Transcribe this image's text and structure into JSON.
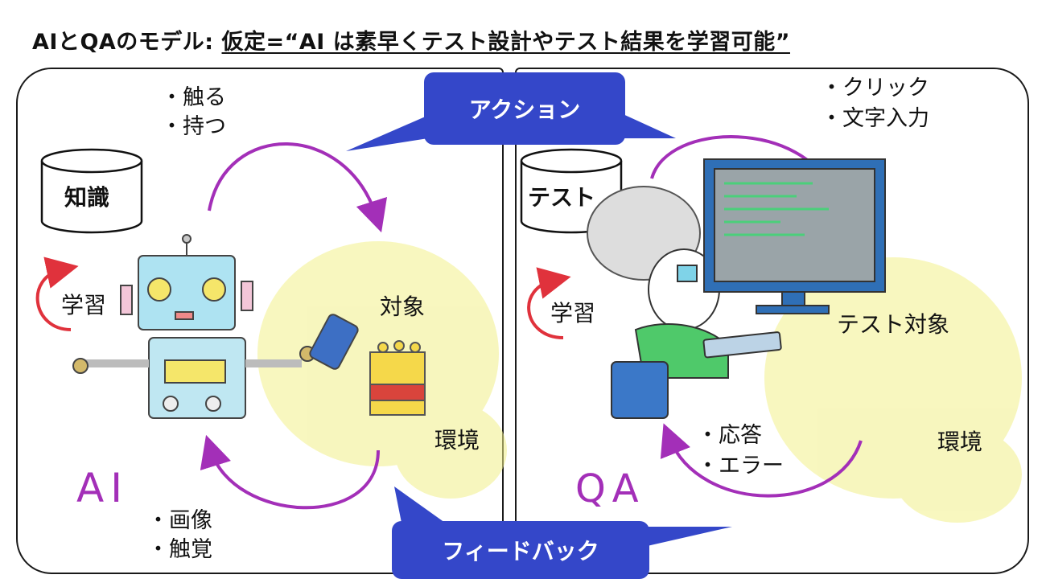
{
  "title": {
    "prefix": "AIとQAのモデル: ",
    "hypothesis": "仮定=“AI は素早くテスト設計やテスト結果を学習可能”"
  },
  "actions": {
    "top_label": "アクション",
    "bottom_label": "フィードバック"
  },
  "left_panel": {
    "knowledge_label": "知識",
    "touch_items": [
      "・触る",
      "・持つ"
    ],
    "learn_label": "学習",
    "object_label": "対象",
    "env_label": "環境",
    "agent_label": "AI",
    "sense_items": [
      "・画像",
      "・触覚"
    ]
  },
  "right_panel": {
    "test_label": "テスト",
    "input_items": [
      "・クリック",
      "・文字入力"
    ],
    "learn_label": "学習",
    "target_label": "テスト対象",
    "env_label": "環境",
    "agent_label": "QA",
    "response_items": [
      "・応答",
      "・エラー"
    ]
  },
  "colors": {
    "pill": "#3447c9",
    "arrow_purple": "#a32fb8",
    "learn_arrow": "#e0323c",
    "scribble_yellow": "#f2f08a"
  }
}
